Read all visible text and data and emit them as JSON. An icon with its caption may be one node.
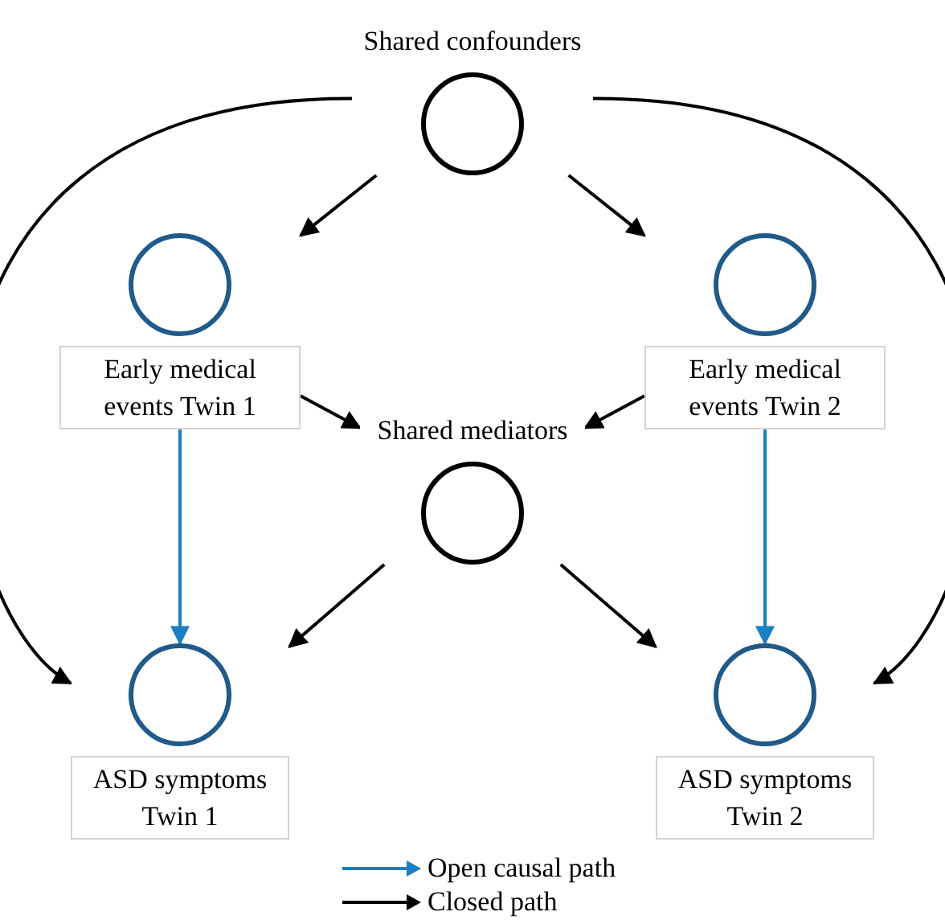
{
  "diagram": {
    "nodes": [
      {
        "text": [
          "Shared confounders"
        ]
      },
      {
        "text": [
          "Early medical events Twin 1"
        ]
      },
      {
        "text": [
          "Early medical events Twin 2"
        ]
      },
      {
        "text": [
          "Shared mediators"
        ]
      },
      {
        "text": [
          "ASD symptoms Twin 1"
        ]
      },
      {
        "text": [
          "ASD symptoms Twin 2"
        ]
      }
    ],
    "edges": [
      {
        "from": 0,
        "to": 1,
        "arrow": "to"
      },
      {
        "from": 0,
        "to": 2,
        "arrow": "to"
      },
      {
        "from": 0,
        "to": 4,
        "arrow": "to"
      },
      {
        "from": 0,
        "to": 5,
        "arrow": "to"
      },
      {
        "from": 1,
        "to": 3,
        "arrow": "to"
      },
      {
        "from": 2,
        "to": 3,
        "arrow": "to"
      },
      {
        "from": 1,
        "to": 4,
        "arrow": "to",
        "color": "#1b7fc4"
      },
      {
        "from": 2,
        "to": 5,
        "arrow": "to",
        "color": "#1b7fc4"
      },
      {
        "from": 3,
        "to": 4,
        "arrow": "to"
      },
      {
        "from": 3,
        "to": 5,
        "arrow": "to"
      }
    ],
    "legend": [
      {
        "text": "Open causal path"
      },
      {
        "text": "Closed path"
      }
    ]
  }
}
